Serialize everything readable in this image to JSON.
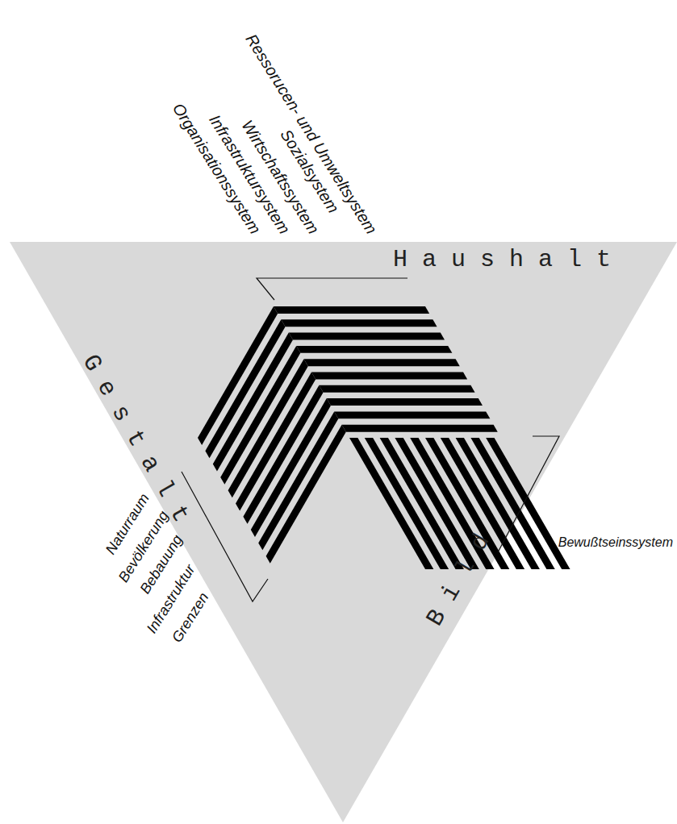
{
  "diagram": {
    "nodes": [
      {
        "text": [
          "Haushalt",
          "Gestalt",
          "Bild"
        ]
      }
    ],
    "labels": [
      "Ressorucen- und Umweltsystem",
      "Sozialsystem",
      "Wirtschaftssystem",
      "Infrastruktursystem",
      "Organisationssystem",
      "Naturraum",
      "Bevölkerung",
      "Bebauung",
      "Infrastruktur",
      "Grenzen",
      "Bewußtseinssystem"
    ]
  }
}
